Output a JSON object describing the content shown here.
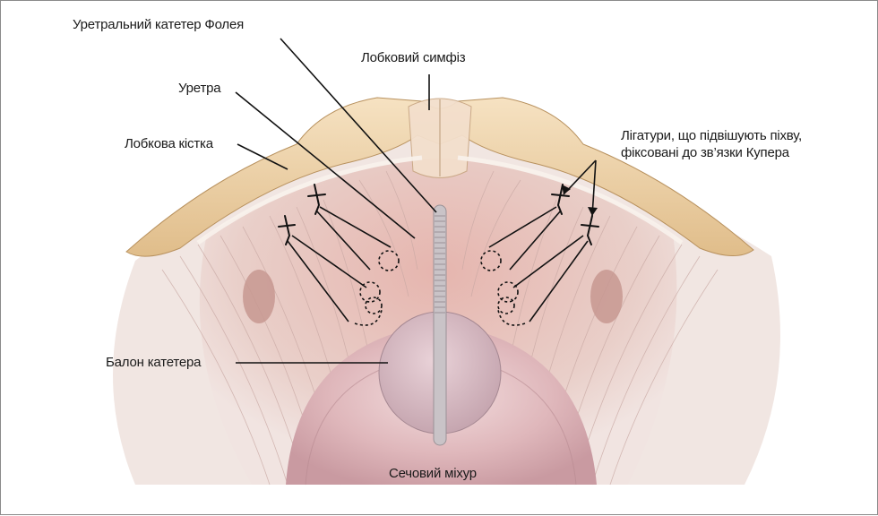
{
  "labels": {
    "foley_catheter": "Уретральний катетер Фолея",
    "pubic_symphysis": "Лобковий симфіз",
    "urethra": "Уретра",
    "pubic_bone": "Лобкова кістка",
    "ligatures": "Лігатури, що підвішують піхву,\nфіксовані до зв’язки Купера",
    "catheter_balloon": "Балон катетера",
    "bladder": "Сечовий міхур"
  },
  "colors": {
    "bone": "#eccfa2",
    "bone_shadow": "#c9a574",
    "tissue": "#ead8d3",
    "muscle": "#d8a7a2",
    "bladder": "#d7a8ae",
    "leader": "#111111"
  }
}
